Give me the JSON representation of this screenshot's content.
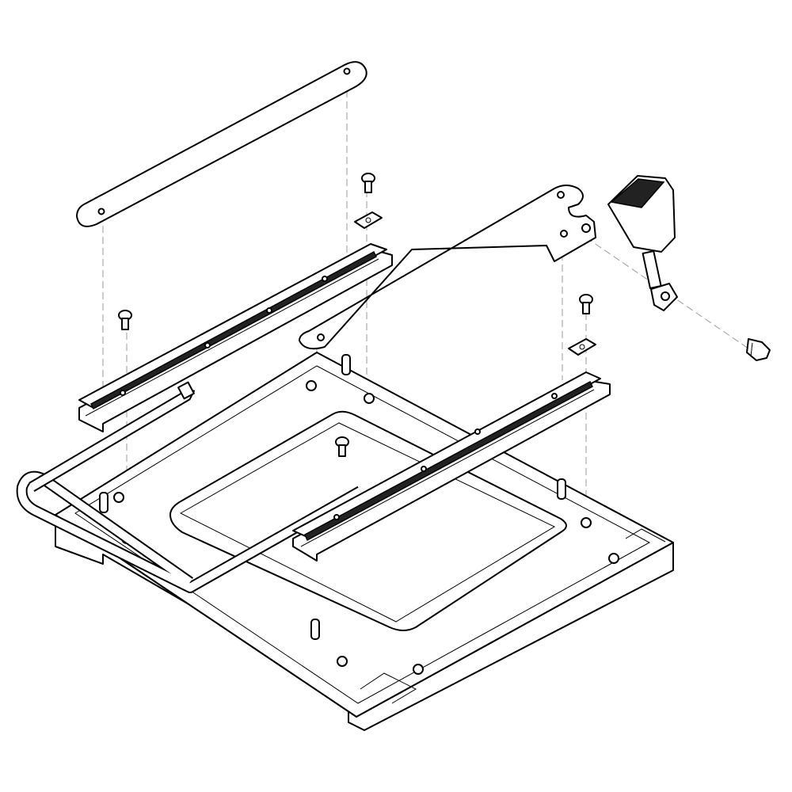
{
  "drawing": {
    "kind": "exploded assembly view",
    "colors": {
      "line": "#000000",
      "hidden_axis": "#999999",
      "background": "#ffffff"
    },
    "parts": [
      "top-strap",
      "left-slide-rail",
      "right-slide-rail",
      "seat-bracket",
      "seat-belt-buckle",
      "buckle-bolt",
      "base-plate",
      "tubular-handle",
      "button-head-screw",
      "square-nut",
      "locating-pin"
    ]
  }
}
